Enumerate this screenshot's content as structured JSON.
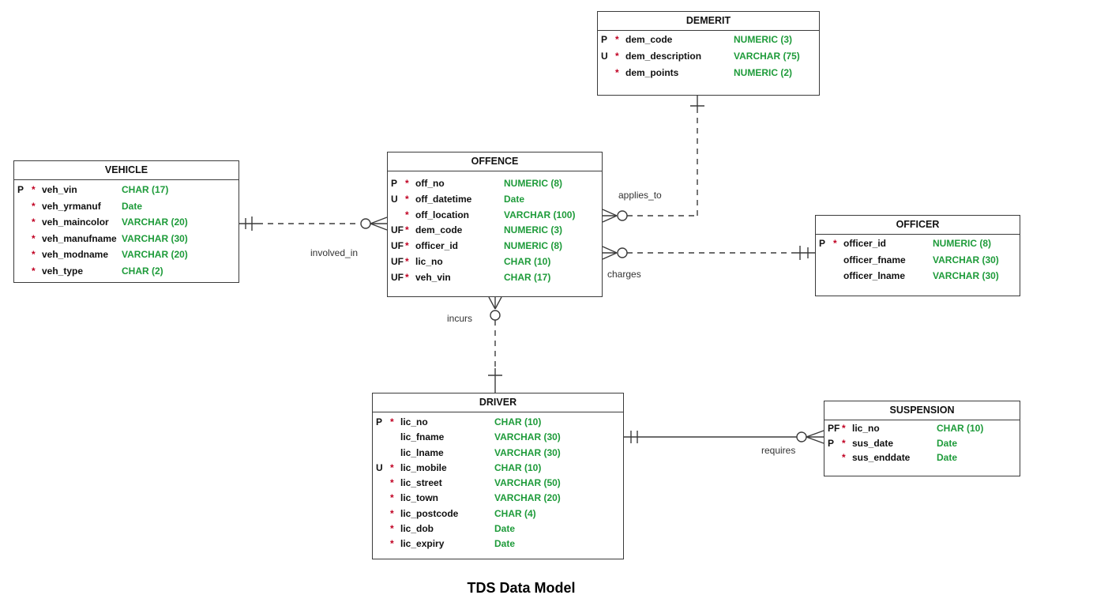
{
  "diagram_title": "TDS Data Model",
  "colors": {
    "datatype_green": "#1e9b3a",
    "required_red": "#c00022",
    "line_dark": "#3b3b3b",
    "background": "#ffffff"
  },
  "entities": [
    {
      "name": "VEHICLE",
      "attributes": [
        {
          "key": "P",
          "required": "*",
          "name": "veh_vin",
          "type": "CHAR (17)"
        },
        {
          "key": "",
          "required": "*",
          "name": "veh_yrmanuf",
          "type": "Date"
        },
        {
          "key": "",
          "required": "*",
          "name": "veh_maincolor",
          "type": "VARCHAR (20)"
        },
        {
          "key": "",
          "required": "*",
          "name": "veh_manufname",
          "type": "VARCHAR (30)"
        },
        {
          "key": "",
          "required": "*",
          "name": "veh_modname",
          "type": "VARCHAR (20)"
        },
        {
          "key": "",
          "required": "*",
          "name": "veh_type",
          "type": "CHAR (2)"
        }
      ]
    },
    {
      "name": "OFFENCE",
      "attributes": [
        {
          "key": "P",
          "required": "*",
          "name": "off_no",
          "type": "NUMERIC (8)"
        },
        {
          "key": "U",
          "required": "*",
          "name": "off_datetime",
          "type": "Date"
        },
        {
          "key": "",
          "required": "*",
          "name": "off_location",
          "type": "VARCHAR (100)"
        },
        {
          "key": "UF",
          "required": "*",
          "name": "dem_code",
          "type": "NUMERIC (3)"
        },
        {
          "key": "UF",
          "required": "*",
          "name": "officer_id",
          "type": "NUMERIC (8)"
        },
        {
          "key": "UF",
          "required": "*",
          "name": "lic_no",
          "type": "CHAR (10)"
        },
        {
          "key": "UF",
          "required": "*",
          "name": "veh_vin",
          "type": "CHAR (17)"
        }
      ]
    },
    {
      "name": "DEMERIT",
      "attributes": [
        {
          "key": "P",
          "required": "*",
          "name": "dem_code",
          "type": "NUMERIC (3)"
        },
        {
          "key": "U",
          "required": "*",
          "name": "dem_description",
          "type": "VARCHAR (75)"
        },
        {
          "key": "",
          "required": "*",
          "name": "dem_points",
          "type": "NUMERIC (2)"
        }
      ]
    },
    {
      "name": "OFFICER",
      "attributes": [
        {
          "key": "P",
          "required": "*",
          "name": "officer_id",
          "type": "NUMERIC (8)"
        },
        {
          "key": "",
          "required": "",
          "name": "officer_fname",
          "type": "VARCHAR (30)"
        },
        {
          "key": "",
          "required": "",
          "name": "officer_lname",
          "type": "VARCHAR (30)"
        }
      ]
    },
    {
      "name": "DRIVER",
      "attributes": [
        {
          "key": "P",
          "required": "*",
          "name": "lic_no",
          "type": "CHAR (10)"
        },
        {
          "key": "",
          "required": "",
          "name": "lic_fname",
          "type": "VARCHAR (30)"
        },
        {
          "key": "",
          "required": "",
          "name": "lic_lname",
          "type": "VARCHAR (30)"
        },
        {
          "key": "U",
          "required": "*",
          "name": "lic_mobile",
          "type": "CHAR (10)"
        },
        {
          "key": "",
          "required": "*",
          "name": "lic_street",
          "type": "VARCHAR (50)"
        },
        {
          "key": "",
          "required": "*",
          "name": "lic_town",
          "type": "VARCHAR (20)"
        },
        {
          "key": "",
          "required": "*",
          "name": "lic_postcode",
          "type": "CHAR (4)"
        },
        {
          "key": "",
          "required": "*",
          "name": "lic_dob",
          "type": "Date"
        },
        {
          "key": "",
          "required": "*",
          "name": "lic_expiry",
          "type": "Date"
        }
      ]
    },
    {
      "name": "SUSPENSION",
      "attributes": [
        {
          "key": "PF",
          "required": "*",
          "name": "lic_no",
          "type": "CHAR (10)"
        },
        {
          "key": "P",
          "required": "*",
          "name": "sus_date",
          "type": "Date"
        },
        {
          "key": "",
          "required": "*",
          "name": "sus_enddate",
          "type": "Date"
        }
      ]
    }
  ],
  "relationships": [
    {
      "label": "involved_in",
      "from": "VEHICLE",
      "to": "OFFENCE",
      "line": "dashed",
      "from_cardinality": "mandatory one",
      "to_cardinality": "optional many"
    },
    {
      "label": "applies_to",
      "from": "DEMERIT",
      "to": "OFFENCE",
      "line": "dashed",
      "from_cardinality": "mandatory one",
      "to_cardinality": "optional many"
    },
    {
      "label": "charges",
      "from": "OFFICER",
      "to": "OFFENCE",
      "line": "dashed",
      "from_cardinality": "mandatory one",
      "to_cardinality": "optional many"
    },
    {
      "label": "incurs",
      "from": "DRIVER",
      "to": "OFFENCE",
      "line": "dashed",
      "from_cardinality": "mandatory one",
      "to_cardinality": "optional many"
    },
    {
      "label": "requires",
      "from": "DRIVER",
      "to": "SUSPENSION",
      "line": "solid",
      "from_cardinality": "mandatory one",
      "to_cardinality": "optional many"
    }
  ]
}
